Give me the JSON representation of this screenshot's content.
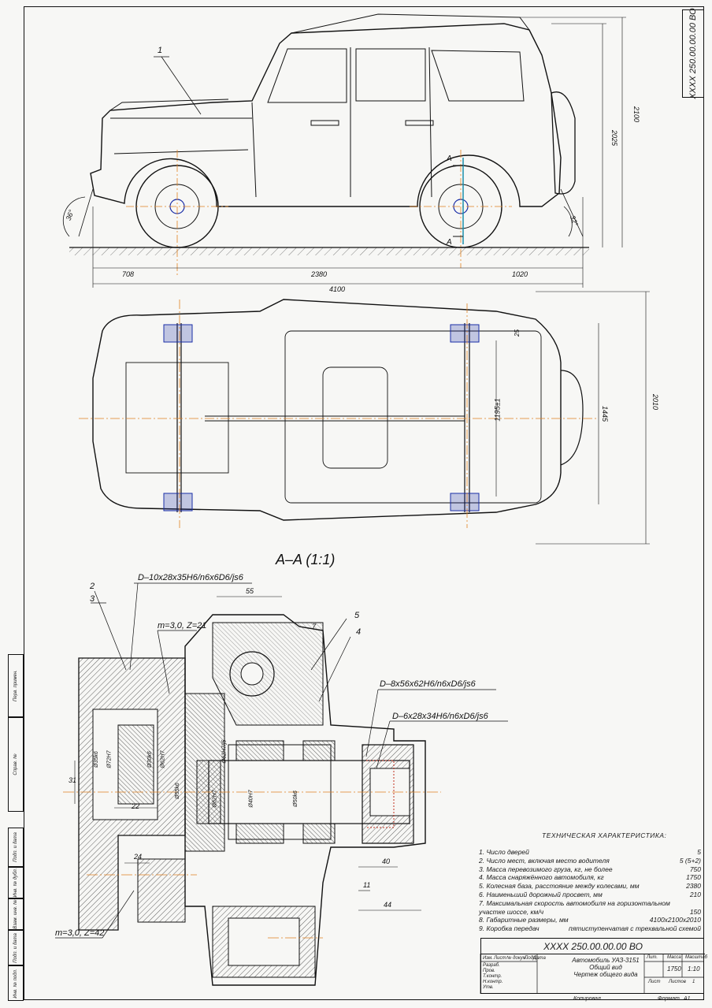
{
  "drawing": {
    "code_vertical": "XXXX 250.00.00.00 ВО",
    "section_title": "A–A (1:1)",
    "section_mark_top": "A",
    "section_mark_bottom": "A"
  },
  "side_view": {
    "callout_1": "1",
    "dim_front_overhang": "708",
    "dim_wheelbase": "2380",
    "dim_rear_overhang": "1020",
    "dim_overall_length": "4100",
    "dim_height_total": "2100",
    "dim_height_body": "2025",
    "angle_front": "36°",
    "angle_rear": "32°"
  },
  "top_view": {
    "dim_width": "2010",
    "dim_track": "1445",
    "dim_axle": "1195±1",
    "dim_small": "25"
  },
  "section_view": {
    "callout_2": "2",
    "callout_3": "3",
    "callout_4": "4",
    "callout_5": "5",
    "spline_top": "D–10x28x35H6/n6x6D6/js6",
    "gear_top": "m=3,0, Z=21",
    "gear_bottom": "m=3,0, Z=42",
    "spline_right_1": "D–8x56x62H6/n6xD6/js6",
    "spline_right_2": "D–6x28x34H6/n6xD6/js6",
    "dim_55": "55",
    "dim_7": "7",
    "dim_31": "31",
    "dim_22": "22",
    "dim_24": "24",
    "dim_40": "40",
    "dim_11": "11",
    "dim_44": "44",
    "dia_labels": [
      "Ø35k6",
      "Ø72H7",
      "Ø30k6",
      "Ø62H7",
      "Ø55k6",
      "Ø62H7",
      "Ø40H7",
      "Ø50k6",
      "Ø62H7/j5"
    ]
  },
  "specs": {
    "title": "ТЕХНИЧЕСКАЯ ХАРАКТЕРИСТИКА:",
    "rows": [
      {
        "name": "1. Число дверей",
        "value": "5"
      },
      {
        "name": "2. Число мест, включая место водителя",
        "value": "5 (5+2)"
      },
      {
        "name": "3. Масса перевозимого груза, кг, не более",
        "value": "750"
      },
      {
        "name": "4. Масса снаряжённого автомобиля, кг",
        "value": "1750"
      },
      {
        "name": "5. Колесная база, расстояние между колесами, мм",
        "value": "2380"
      },
      {
        "name": "6. Наименьший дорожный просвет, мм",
        "value": "210"
      },
      {
        "name": "7. Максимальная скорость автомобиля на горизонтальном",
        "value": ""
      },
      {
        "name": "    участке шоссе, км/ч",
        "value": "150"
      },
      {
        "name": "8. Габаритные размеры, мм",
        "value": "4100x2100x2010"
      },
      {
        "name": "9. Коробка передач",
        "value": "пятиступенчатая с трехвальной схемой"
      }
    ]
  },
  "title_block": {
    "code": "XXXX 250.00.00.00 ВО",
    "name_line1": "Автомобиль УАЗ-3151",
    "name_line2": "Общий вид",
    "name_line3": "Чертеж общего вида",
    "lit_label": "Лит.",
    "mass_label": "Масса",
    "scale_label": "Масштаб",
    "mass_value": "1750",
    "scale_value": "1:10",
    "sheet_label": "Лист",
    "sheets_label": "Листов",
    "sheets_value": "1",
    "col_izm": "Изм.",
    "col_list": "Лист",
    "col_doc": "№ докум.",
    "col_sign": "Подп.",
    "col_date": "Дата",
    "row_razrab": "Разраб.",
    "row_prov": "Пров.",
    "row_tkontr": "Т.контр.",
    "row_nkontr": "Н.контр.",
    "row_utv": "Утв.",
    "copied": "Копировал",
    "format": "Формат",
    "format_value": "А1"
  },
  "left_strip": {
    "perv_primen": "Перв. примен.",
    "sprav": "Справ. №",
    "podp_data_1": "Подп. и дата",
    "inv_dubl": "Инв. № дубл.",
    "vzam_inv": "Взам. инв. №",
    "podp_data_2": "Подп. и дата",
    "inv_podl": "Инв. № подл."
  }
}
